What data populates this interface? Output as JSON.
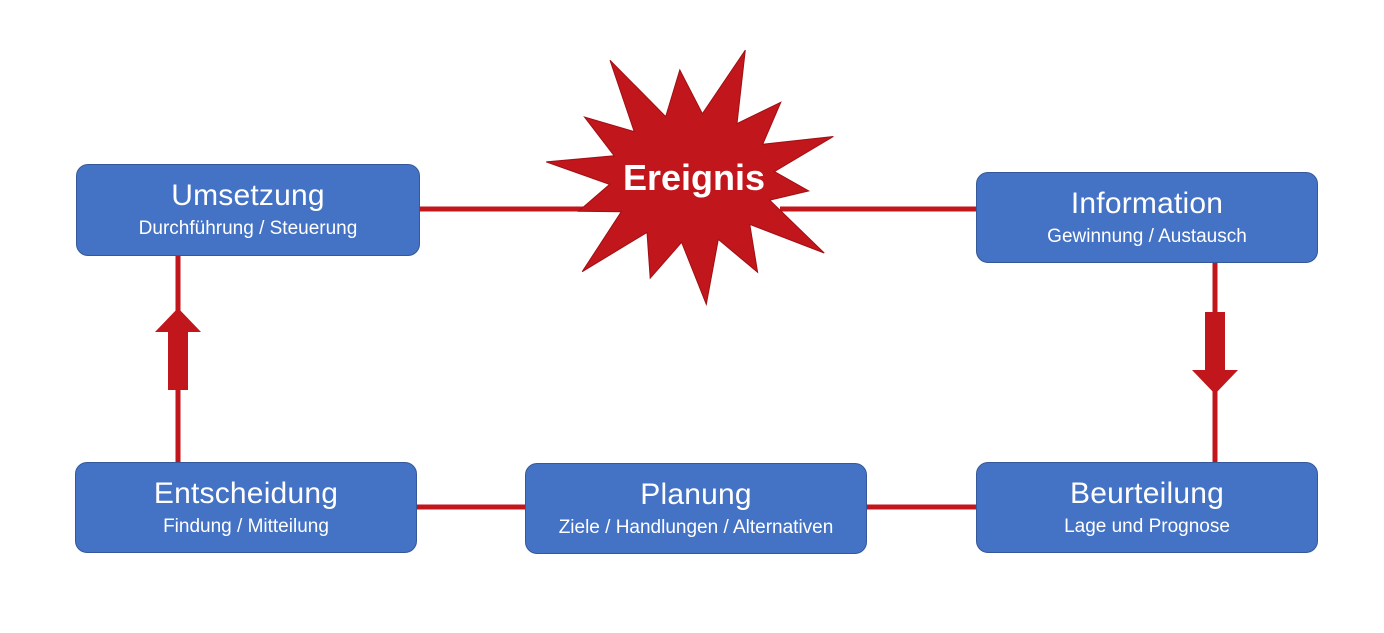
{
  "colors": {
    "box_fill": "#4472c4",
    "box_border": "#34589a",
    "connector": "#c0161c",
    "burst_fill": "#c0161c",
    "text": "#ffffff"
  },
  "event": {
    "label": "Ereignis"
  },
  "nodes": {
    "umsetzung": {
      "title": "Umsetzung",
      "subtitle": "Durchführung / Steuerung"
    },
    "information": {
      "title": "Information",
      "subtitle": "Gewinnung / Austausch"
    },
    "beurteilung": {
      "title": "Beurteilung",
      "subtitle": "Lage und Prognose"
    },
    "planung": {
      "title": "Planung",
      "subtitle": "Ziele / Handlungen / Alternativen"
    },
    "entscheidung": {
      "title": "Entscheidung",
      "subtitle": "Findung / Mitteilung"
    }
  },
  "arrows": [
    {
      "name": "arrow-information-to-beurteilung",
      "direction": "down"
    },
    {
      "name": "arrow-entscheidung-to-umsetzung",
      "direction": "up"
    }
  ]
}
